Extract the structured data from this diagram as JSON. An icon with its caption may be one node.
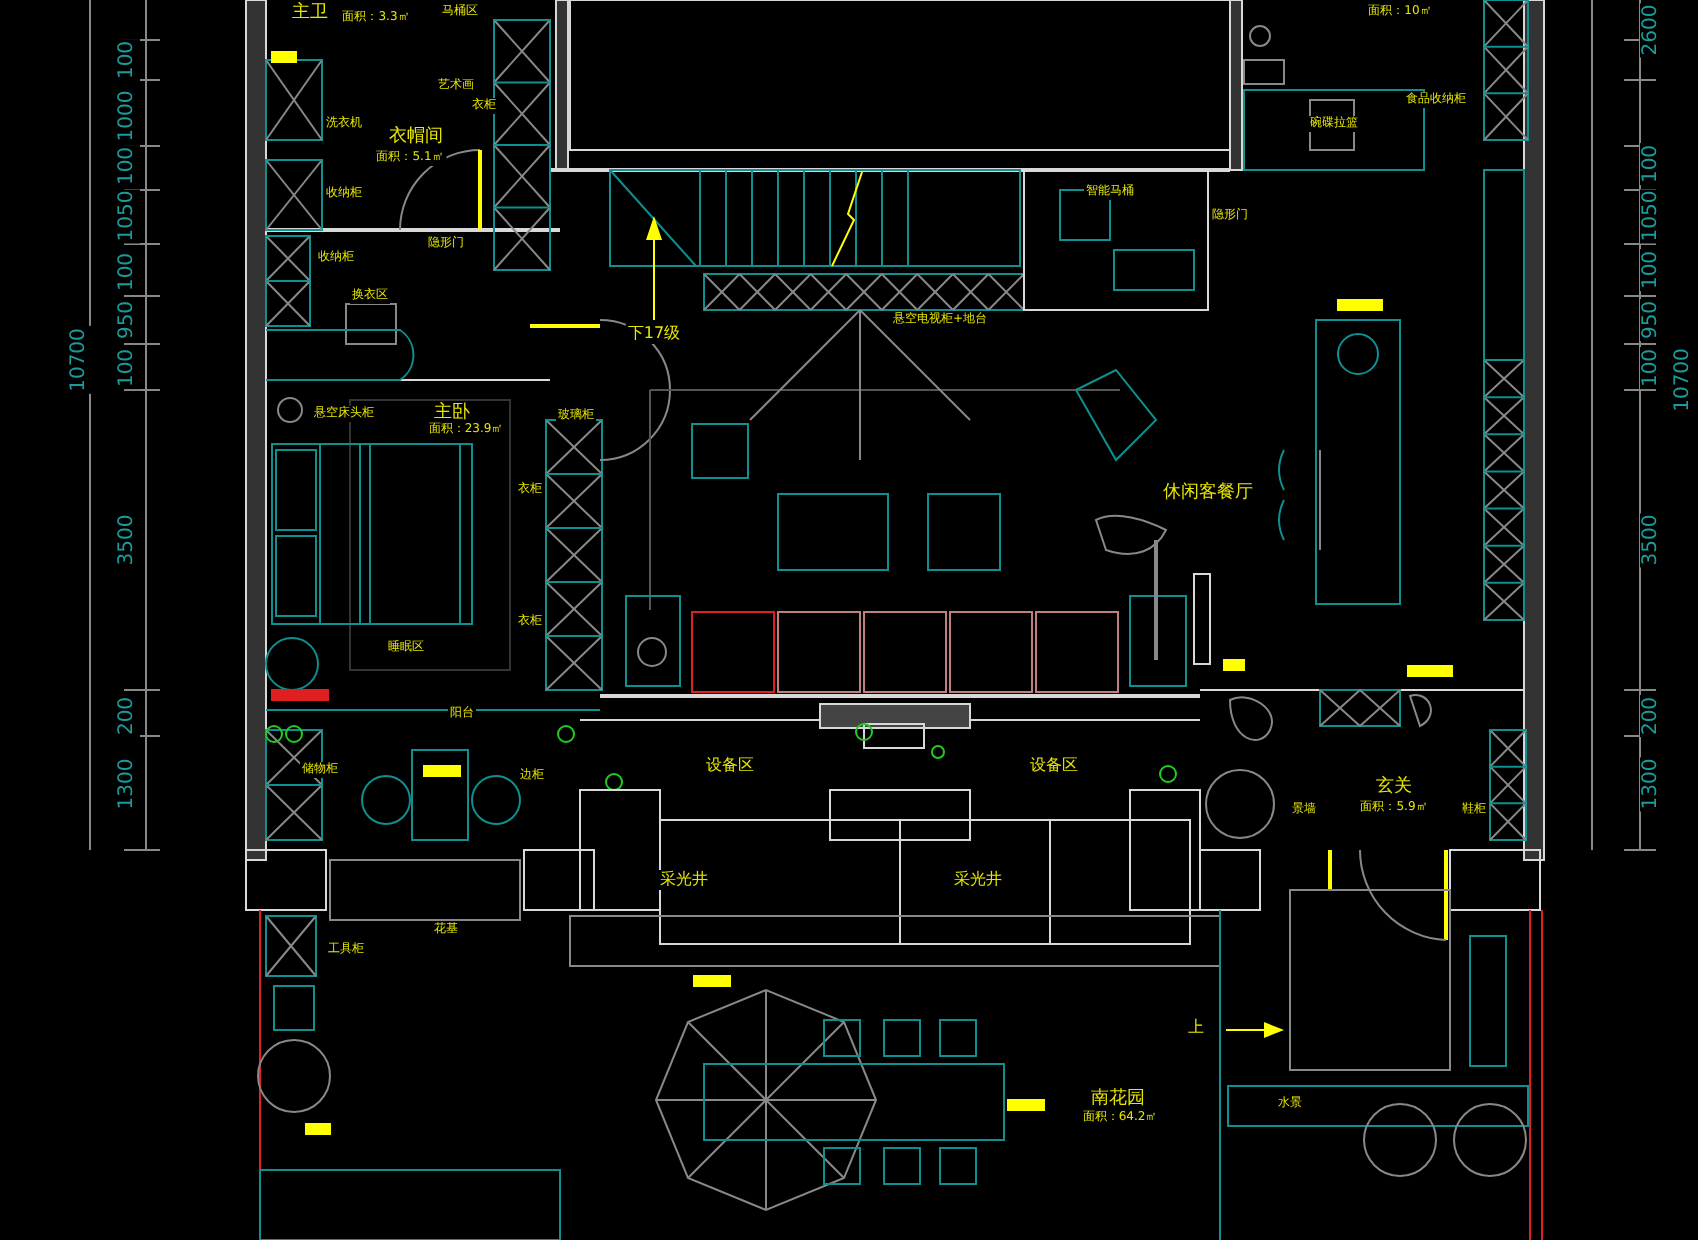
{
  "diagram": {
    "labels": [
      "主卫",
      "面积：3.3㎡",
      "马桶区",
      "艺术画",
      "衣柜",
      "洗衣机",
      "衣帽间",
      "面积：5.1㎡",
      "收纳柜",
      "隐形门",
      "收纳柜",
      "换衣区",
      "悬空床头柜",
      "主卧",
      "面积：23.9㎡",
      "玻璃柜",
      "衣柜",
      "衣柜",
      "睡眠区",
      "阳台",
      "储物柜",
      "边柜",
      "下17级",
      "悬空电视柜+地台",
      "智能马桶",
      "隐形门",
      "面积：10㎡",
      "食品收纳柜",
      "碗碟拉篮",
      "休闲客餐厅",
      "设备区",
      "设备区",
      "玄关",
      "景墙",
      "面积：5.9㎡",
      "鞋柜",
      "采光井",
      "采光井",
      "工具柜",
      "花基",
      "上",
      "南花园",
      "面积：64.2㎡",
      "水景",
      "100",
      "1000",
      "100",
      "1050",
      "100",
      "950",
      "100",
      "3500",
      "200",
      "1300",
      "10700",
      "2600",
      "100",
      "1050",
      "100",
      "950",
      "100",
      "3500",
      "200",
      "1300",
      "10700"
    ]
  }
}
